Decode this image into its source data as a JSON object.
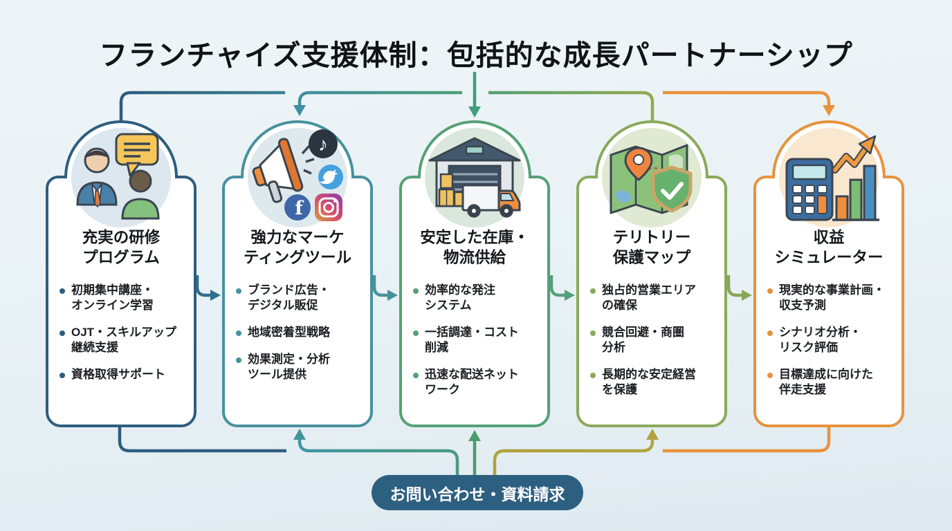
{
  "title": "フランチャイズ支援体制：包括的な成長パートナーシップ",
  "background_color": "#e8f1f5",
  "cta": {
    "label": "お問い合わせ・資料請求",
    "color": "#2d5f80",
    "text_color": "#ffffff"
  },
  "cards": [
    {
      "id": "training",
      "icon": "consultation-people-speech-bubble",
      "accent": "#2e5d7e",
      "circle_bg": "#dce7ef",
      "title": "充実の研修\nプログラム",
      "bullets": [
        "初期集中講座・\nオンライン学習",
        "OJT・スキルアップ\n継続支援",
        "資格取得サポート"
      ]
    },
    {
      "id": "marketing",
      "icon": "megaphone-social-media",
      "social_icons": [
        "tiktok",
        "twitter",
        "facebook",
        "instagram"
      ],
      "accent": "#47919e",
      "circle_bg": "#dee9ed",
      "title": "強力なマーケ\nティングツール",
      "bullets": [
        "ブランド広告・\nデジタル販促",
        "地域密着型戦略",
        "効果測定・分析\nツール提供"
      ]
    },
    {
      "id": "logistics",
      "icon": "warehouse-delivery-truck",
      "accent": "#55a075",
      "circle_bg": "#d9e7dc",
      "title": "安定した在庫・\n物流供給",
      "bullets": [
        "効率的な発注\nシステム",
        "一括調達・コスト\n削減",
        "迅速な配送ネット\nワーク"
      ]
    },
    {
      "id": "territory",
      "icon": "map-pin-shield",
      "accent": "#8aa95b",
      "circle_bg": "#e0ead2",
      "title": "テリトリー\n保護マップ",
      "bullets": [
        "独占的営業エリア\nの確保",
        "競合回避・商圏\n分析",
        "長期的な安定経営\nを保護"
      ]
    },
    {
      "id": "revenue",
      "icon": "calculator-growth-chart",
      "accent": "#e8923c",
      "circle_bg": "#f9e7cf",
      "title": "収益\nシミュレーター",
      "bullets": [
        "現実的な事業計画・\n収支予測",
        "シナリオ分析・\nリスク評価",
        "目標達成に向けた\n伴走支援"
      ]
    }
  ]
}
